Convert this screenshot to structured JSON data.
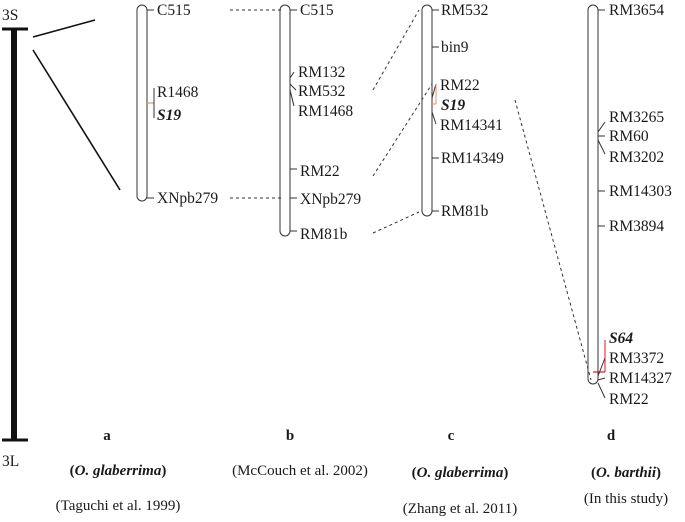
{
  "chromosome": {
    "top_label": "3S",
    "bottom_label": "3L"
  },
  "colors": {
    "gene_s19": "#f0905a",
    "gene_s64": "#e8101e",
    "line": "#222222",
    "chrom_fill": "#ffffff"
  },
  "maps": [
    {
      "id": "a",
      "letter": "a",
      "species_open": "(",
      "species": "O. glaberrima",
      "species_close": ")",
      "reference": "(Taguchi et al. 1999)",
      "markers": [
        {
          "name": "C515"
        },
        {
          "name": "R1468"
        },
        {
          "name": "S19",
          "gene": true,
          "color": "#f0905a"
        },
        {
          "name": "XNpb279"
        }
      ]
    },
    {
      "id": "b",
      "letter": "b",
      "reference": "(McCouch et al. 2002)",
      "markers": [
        {
          "name": "C515"
        },
        {
          "name": "RM132"
        },
        {
          "name": "RM532"
        },
        {
          "name": "RM1468"
        },
        {
          "name": "RM22"
        },
        {
          "name": "XNpb279"
        },
        {
          "name": "RM81b"
        }
      ]
    },
    {
      "id": "c",
      "letter": "c",
      "species_open": "(",
      "species": "O. glaberrima",
      "species_close": ")",
      "reference": "(Zhang et al. 2011)",
      "markers": [
        {
          "name": "RM532"
        },
        {
          "name": "bin9"
        },
        {
          "name": "RM22"
        },
        {
          "name": "S19",
          "gene": true,
          "color": "#f0905a"
        },
        {
          "name": "RM14341"
        },
        {
          "name": "RM14349"
        },
        {
          "name": "RM81b"
        }
      ]
    },
    {
      "id": "d",
      "letter": "d",
      "species_open": "(",
      "species": "O. barthii",
      "species_close": ")",
      "reference": "(In this study)",
      "markers": [
        {
          "name": "RM3654"
        },
        {
          "name": "RM3265"
        },
        {
          "name": "RM60"
        },
        {
          "name": "RM3202"
        },
        {
          "name": "RM14303"
        },
        {
          "name": "RM3894"
        },
        {
          "name": "S64",
          "gene": true,
          "color": "#e8101e"
        },
        {
          "name": "RM3372"
        },
        {
          "name": "RM14327"
        },
        {
          "name": "RM22"
        }
      ]
    }
  ]
}
